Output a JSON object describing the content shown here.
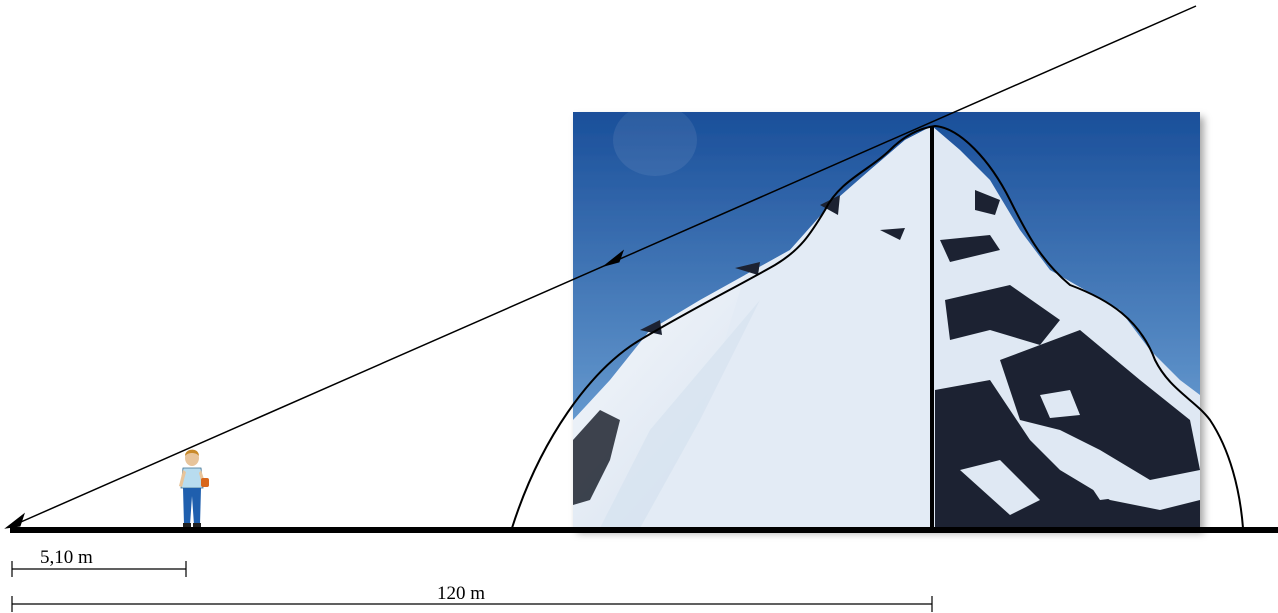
{
  "measurements": {
    "person_distance": "5,10 m",
    "mountain_distance": "120 m"
  },
  "colors": {
    "line": "#000000",
    "sky_top": "#1a4f9a",
    "sky_bottom": "#6fa8dc",
    "snow": "#f4f7fb",
    "snow_shadow": "#b9cbe0",
    "rock": "#1d2430",
    "shirt": "#b8dcef",
    "trousers": "#1f5fae",
    "hair": "#c98a2a",
    "bag": "#d8661c"
  },
  "icons": {
    "person": "person-icon",
    "mountain": "mountain-photo"
  }
}
